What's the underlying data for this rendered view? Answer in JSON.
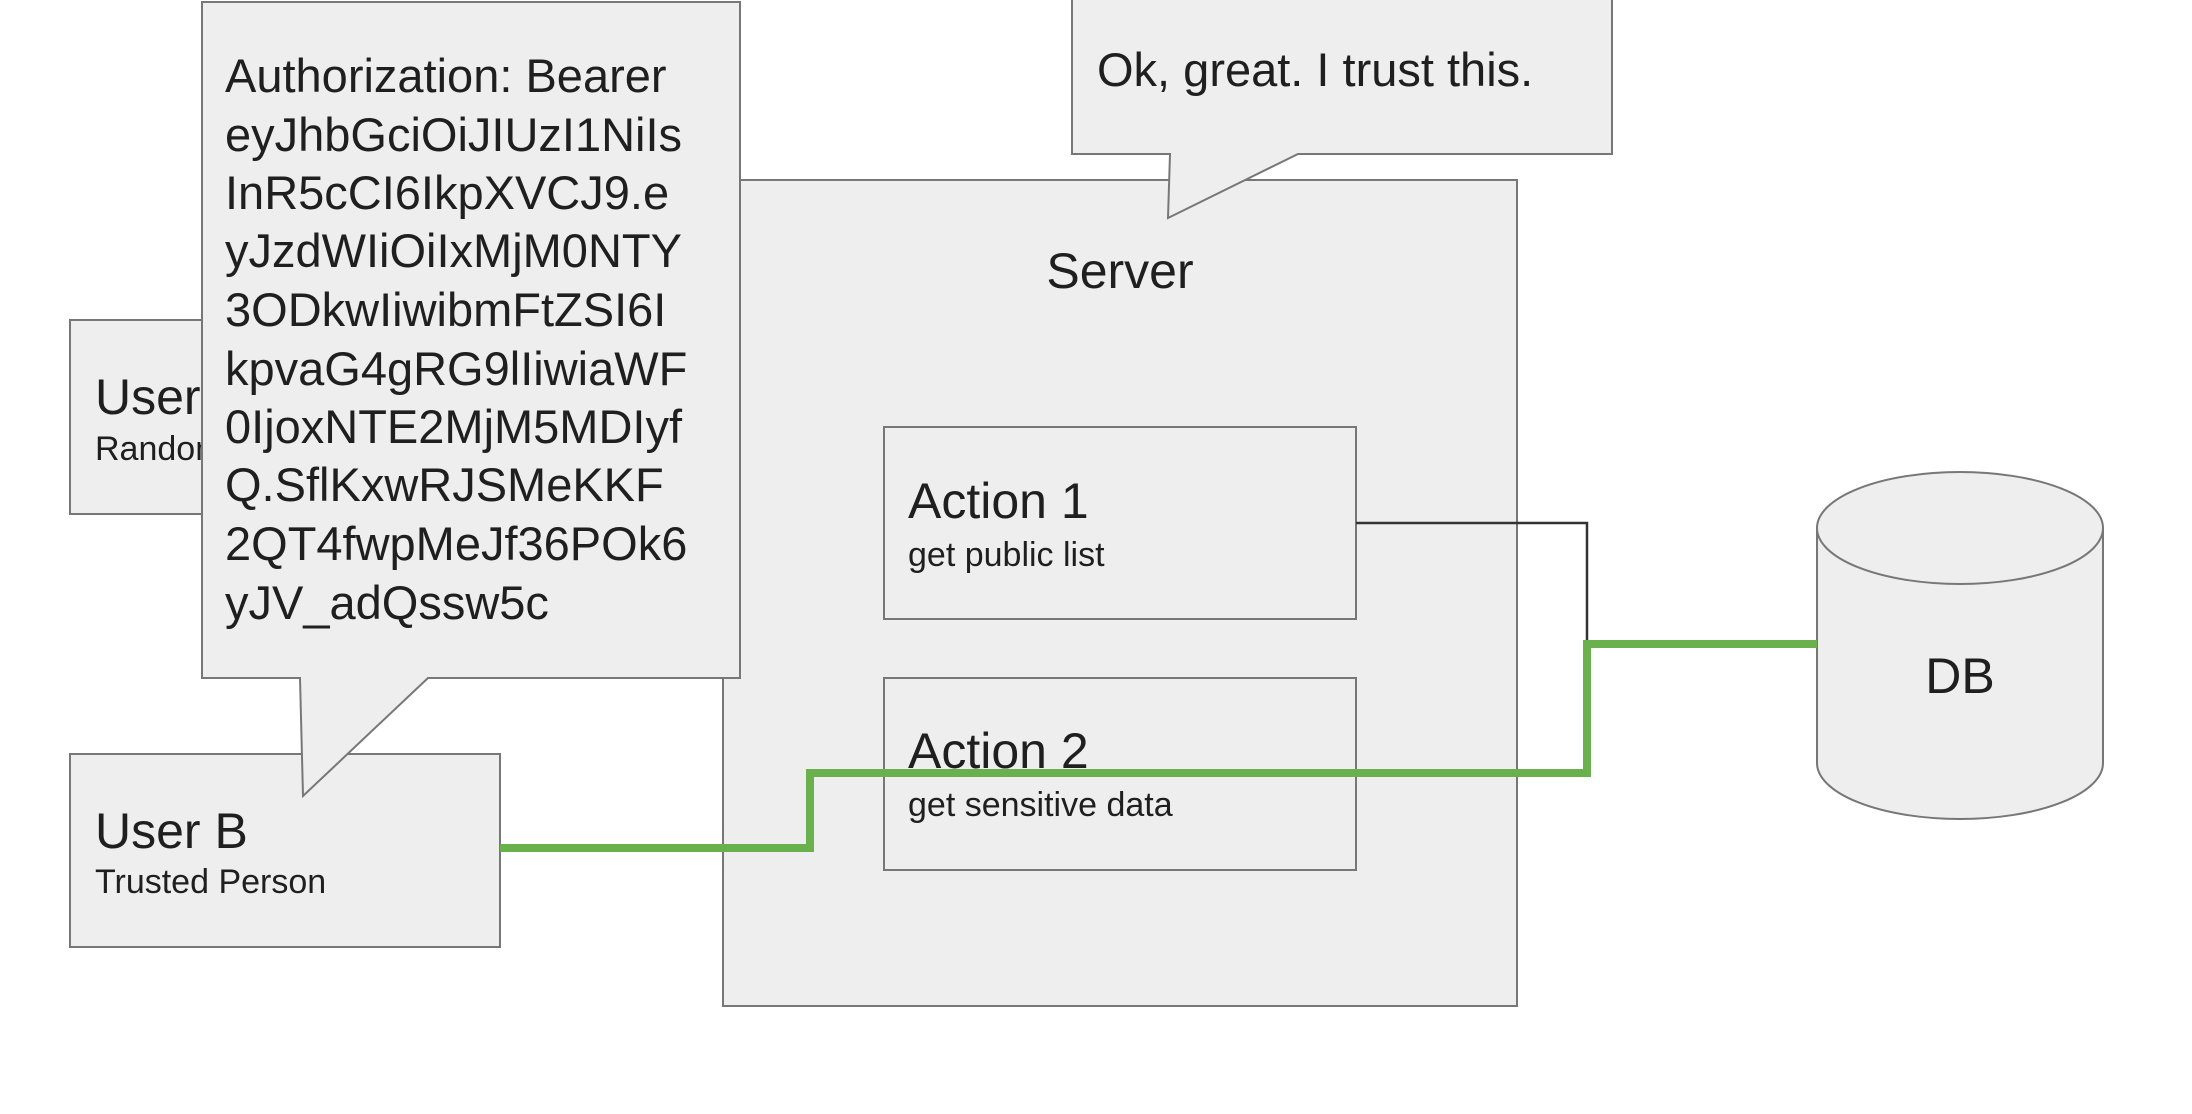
{
  "server": {
    "label": "Server"
  },
  "actions": [
    {
      "title": "Action 1",
      "subtitle": "get public list"
    },
    {
      "title": "Action 2",
      "subtitle": "get sensitive data"
    }
  ],
  "users": [
    {
      "title": "User A",
      "subtitle": "Random Person"
    },
    {
      "title": "User B",
      "subtitle": "Trusted Person"
    }
  ],
  "db": {
    "label": "DB"
  },
  "client_bubble": {
    "lines": [
      "Authorization: Bearer",
      "eyJhbGciOiJIUzI1NiIs",
      "InR5cCI6IkpXVCJ9.e",
      "yJzdWIiOiIxMjM0NTY",
      "3ODkwIiwibmFtZSI6I",
      "kpvaG4gRG9lIiwiaWF",
      "0IjoxNTE2MjM5MDIyf",
      "Q.SflKxwRJSMeKKF",
      "2QT4fwpMeJf36POk6",
      "yJV_adQssw5c"
    ]
  },
  "server_bubble": {
    "text": "Ok, great. I trust this."
  },
  "colors": {
    "box_fill": "#eeeeee",
    "box_stroke": "#777777",
    "connection_active": "#6ab04c",
    "connection_default": "#333333"
  }
}
